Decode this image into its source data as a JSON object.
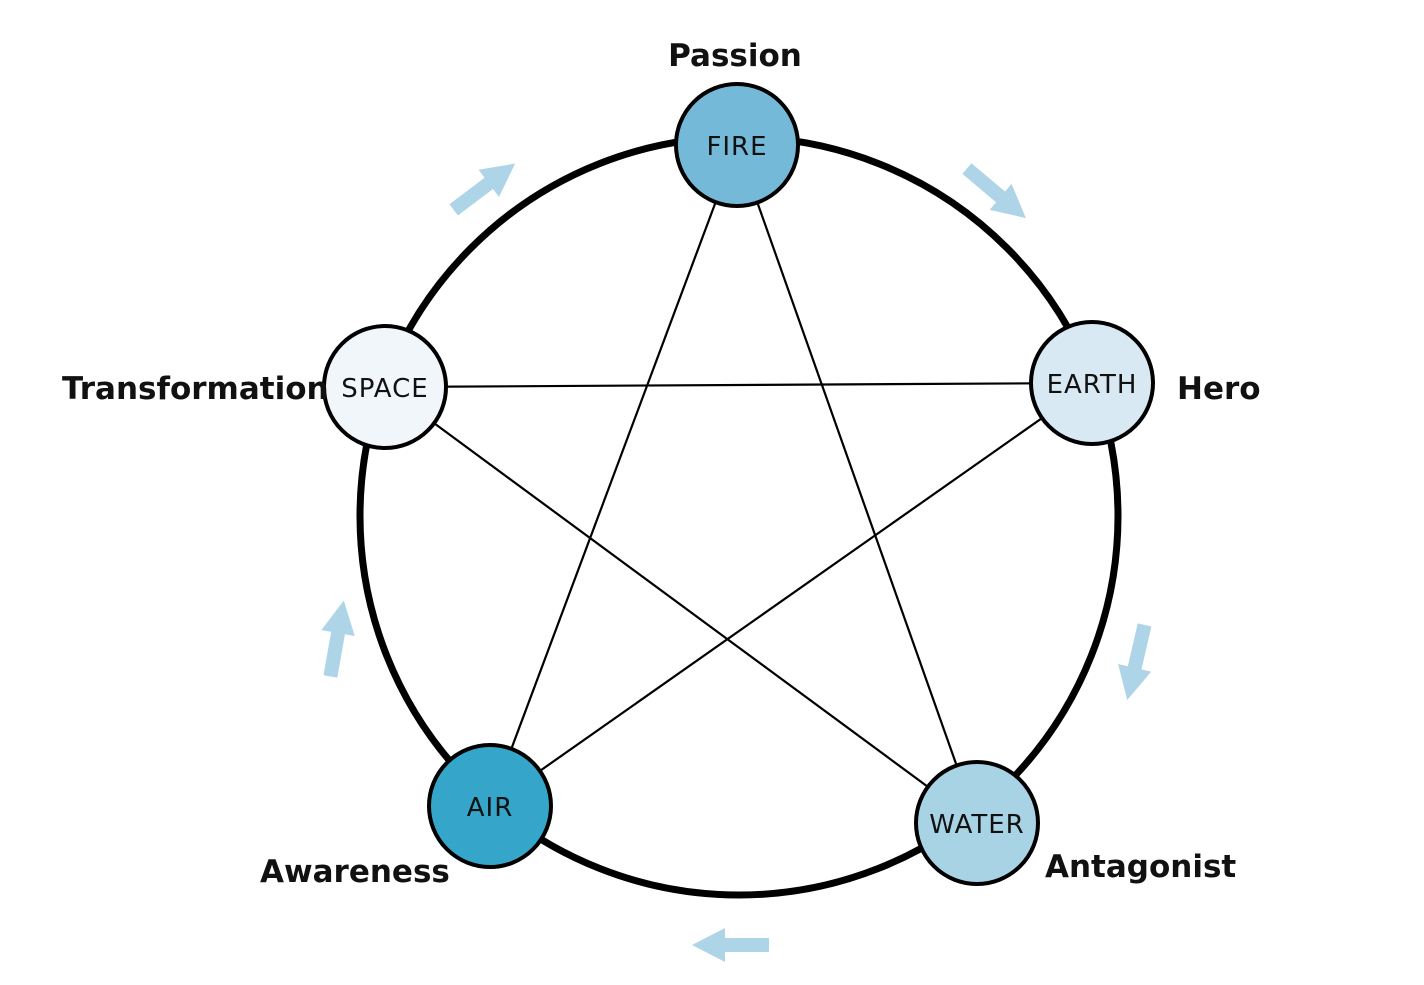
{
  "diagram": {
    "type": "cycle-pentagram",
    "direction": "clockwise",
    "stroke_color": "#000000",
    "arrow_color": "#aed4e8",
    "nodes": [
      {
        "label": "FIRE",
        "external_label": "Passion",
        "color": "#74b9d8"
      },
      {
        "label": "EARTH",
        "external_label": "Hero",
        "color": "#d9e9f4"
      },
      {
        "label": "WATER",
        "external_label": "Antagonist",
        "color": "#a8d3e4"
      },
      {
        "label": "AIR",
        "external_label": "Awareness",
        "color": "#35a6c9"
      },
      {
        "label": "SPACE",
        "external_label": "Transformation",
        "color": "#f0f6fa"
      }
    ],
    "connections": [
      [
        "FIRE",
        "WATER"
      ],
      [
        "FIRE",
        "AIR"
      ],
      [
        "EARTH",
        "SPACE"
      ],
      [
        "EARTH",
        "AIR"
      ],
      [
        "SPACE",
        "WATER"
      ]
    ]
  }
}
